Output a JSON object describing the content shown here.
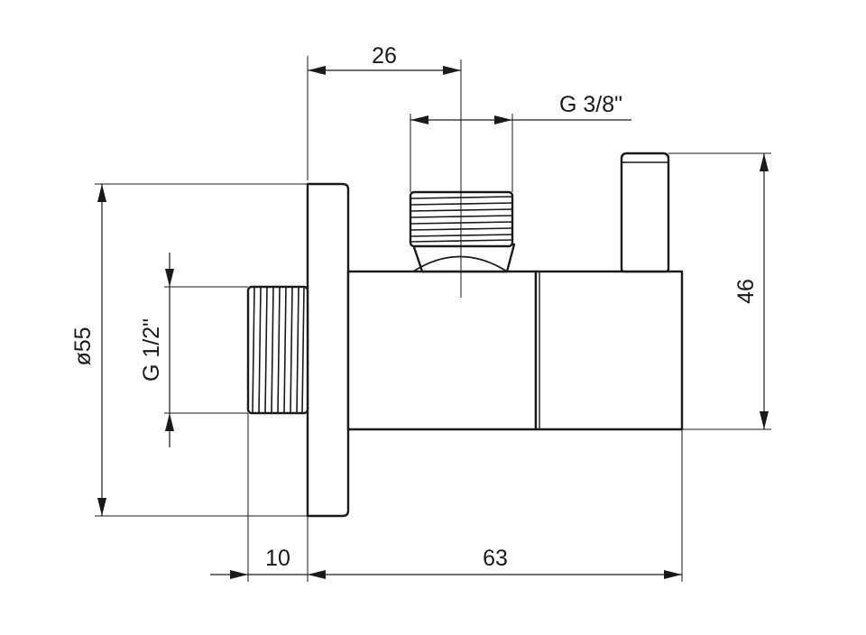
{
  "drawing": {
    "dimensions": {
      "outlet_spacing": "26",
      "outlet_thread": "G 3/8\"",
      "handle_height": "46",
      "flange_diameter": "ø55",
      "inlet_thread": "G 1/2\"",
      "inlet_length": "10",
      "body_length": "63"
    }
  }
}
